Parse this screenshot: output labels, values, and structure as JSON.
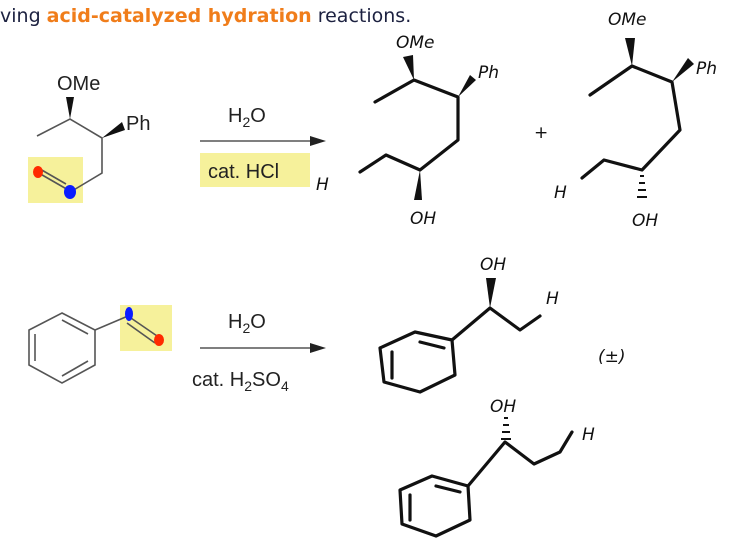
{
  "header": {
    "prefix": "ving ",
    "highlight": "acid-catalyzed hydration",
    "suffix": " reactions.",
    "accent_color": "#f07d1a",
    "text_color": "#1c2140"
  },
  "reaction1": {
    "substrate": {
      "label_ome": "OMe",
      "label_ph": "Ph"
    },
    "reagent_top": {
      "main": "H",
      "sub": "2",
      "tail": "O"
    },
    "reagent_bottom": "cat. HCl",
    "product_a": {
      "ome": "OMe",
      "ph": "Ph",
      "h": "H",
      "oh": "OH"
    },
    "plus": "+",
    "product_b": {
      "ome": "OMe",
      "ph": "Ph",
      "h": "H",
      "oh": "OH"
    }
  },
  "reaction2": {
    "reagent_top": {
      "main": "H",
      "sub": "2",
      "tail": "O"
    },
    "reagent_bottom": {
      "main": "cat. H",
      "sub1": "2",
      "mid": "SO",
      "sub2": "4"
    },
    "product_a": {
      "oh": "OH",
      "h": "H"
    },
    "racemic": "(±)",
    "product_b": {
      "oh": "OH",
      "h": "H"
    }
  },
  "colors": {
    "highlight": "#f5ef8a",
    "red_dot": "#ff2a00",
    "blue_dot": "#0a1cff"
  }
}
